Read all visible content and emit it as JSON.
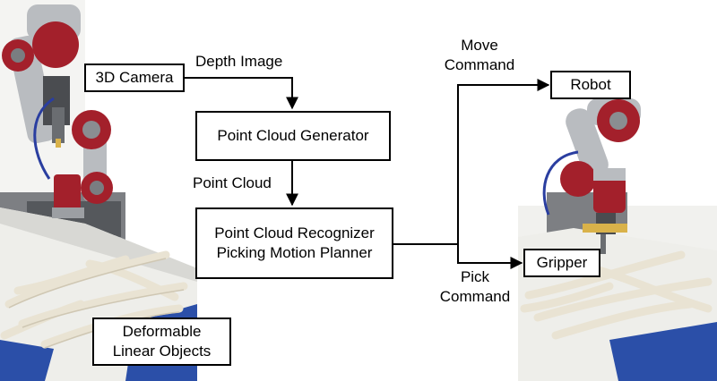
{
  "blocks": {
    "camera": "3D Camera",
    "generator": "Point Cloud Generator",
    "recognizer_line1": "Point Cloud Recognizer",
    "recognizer_line2": "Picking Motion Planner",
    "robot": "Robot",
    "gripper": "Gripper",
    "objects_line1": "Deformable",
    "objects_line2": "Linear Objects"
  },
  "edges": {
    "depth_image": "Depth Image",
    "point_cloud": "Point Cloud",
    "move_line1": "Move",
    "move_line2": "Command",
    "pick_line1": "Pick",
    "pick_line2": "Command"
  },
  "colors": {
    "line": "#000000",
    "robot_red": "#a3202b",
    "robot_silver": "#b9bcc0",
    "table": "#eeeeea",
    "bin_blue": "#2b4fa8",
    "dlo": "#e9e3d3"
  }
}
